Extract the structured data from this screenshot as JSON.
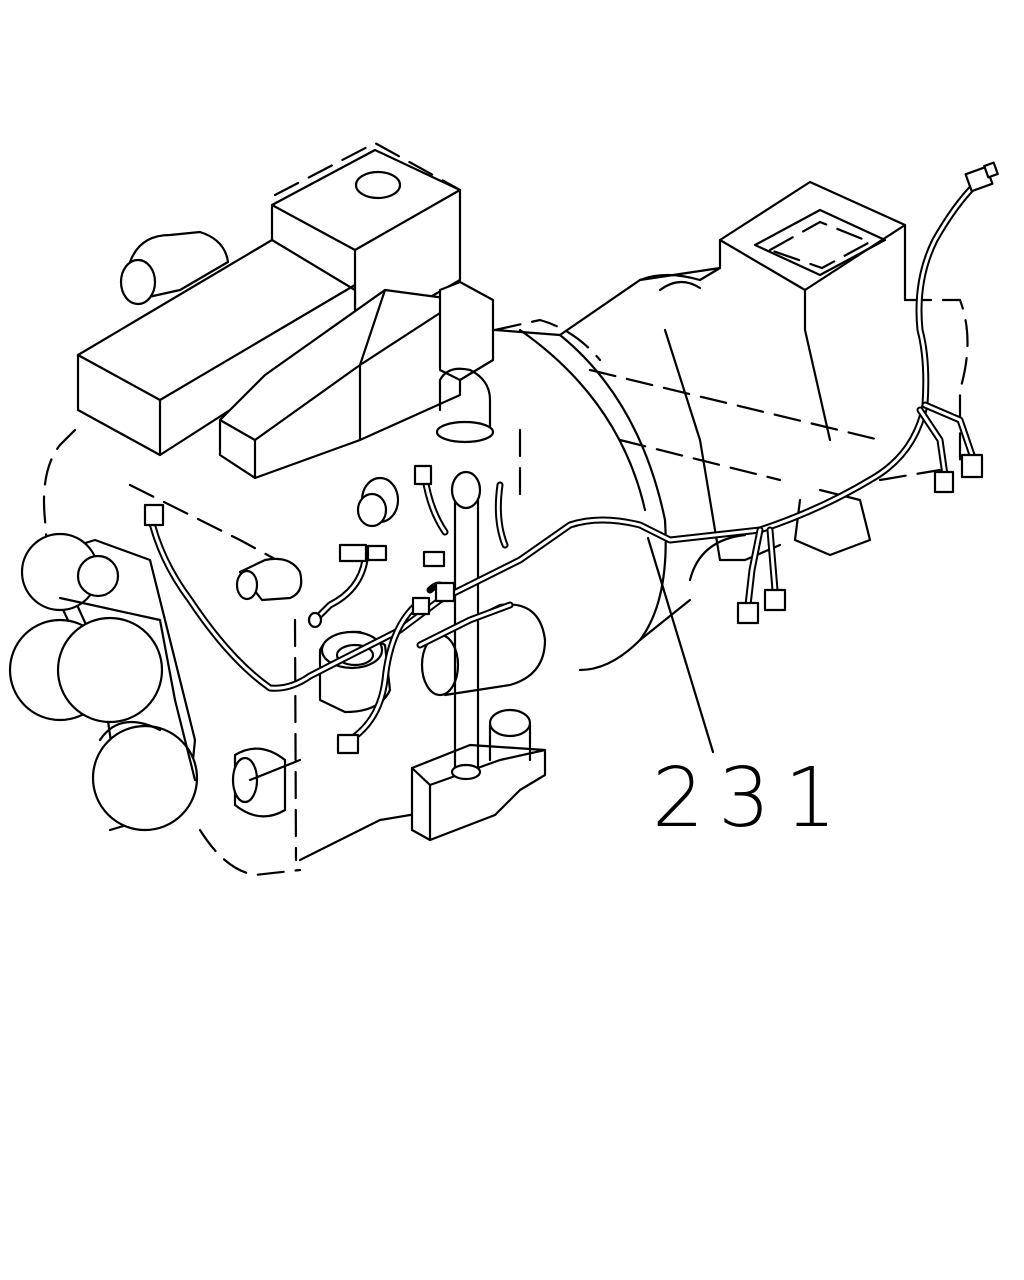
{
  "diagram": {
    "subject": "engine-and-transmission-wiring-harness",
    "callouts": [
      {
        "id": "harness",
        "label": "231"
      }
    ]
  }
}
